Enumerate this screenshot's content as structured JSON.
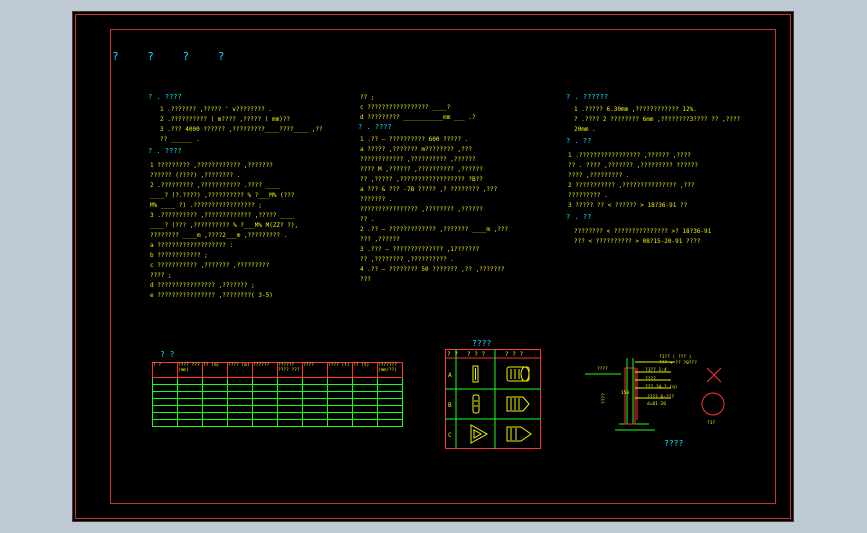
{
  "title": "? ? ? ?",
  "col1": {
    "h1": "? . ????",
    "lines1": [
      "1 .??????? ,????? ' v???????? .",
      "2 .?????????? ( m???? ,????? ( mm)??",
      "3 .??? 4000 ?????? ,?????????____????____ ,??",
      "?? ______ ."
    ],
    "h2": "? . ????",
    "lines2": [
      "1 ????????? ,???????????? ,???????",
      "?????? (????) ,???????? .",
      "2 .????????? ,??????????? .???? ____",
      "____? (?.????) ,?????????? % ?___M% (???",
      "M% ____ ?) .????????????????? ;",
      "3 .?????????? ,????????????? ,????? ____",
      "____? (??? ,?????????? % ?___M% M(ZZ? ?),",
      "???????? ____m ,????2___m ,????????? .",
      "a ??????????????????? :",
      "b ???????????? ;",
      "c ??????????? ,??????? ,?????????",
      "???? ;",
      "d ???????????????? ,??????? ;",
      "e ???????????????? ,????????( 3-5)"
    ]
  },
  "col2": {
    "lines1": [
      "?? ;",
      "c ????????????????? ____?",
      "d ????????? ___________mm ___ .?"
    ],
    "h1": "? . ????",
    "lines2": [
      "1 .?? — ?????????? 600 ????? .",
      "a ????? ,??????? m???????? ,???",
      "???????????? ,?????????? ,??????",
      "???? M ,?????? ,?????????? ,??????",
      "?? ,????? ,?????????????????? ?B??",
      "a ??? & ??? -78 ????? ,? ???????? ,???",
      "??????? .",
      "???????????????? ,???????? ,??????",
      "?? .",
      "2 .?? — ????????????? ,??????? ____m ,???",
      "??? ,??????",
      "3 .??? — ?????????????? ,1???????",
      "?? ,???????? ,?????????? .",
      "4 .?? — ???????? 50 ??????? ,?? ,???????",
      "???"
    ]
  },
  "col3": {
    "h1": "? . ??????",
    "lines1": [
      "1 .????? 6.30mm ,???????????? 12%.",
      "? .???? 2 ???????? 6mm ,????????3???? ?? ,????",
      "20mm ."
    ],
    "h2": "? . ??",
    "lines2": [
      "1 .????????????????? ,?????? ,????",
      "?? . ???? ,??????? ,????????? ??????",
      "???? ,????????? .",
      "2 ??????????? ,??????????????? ,???",
      "????????? .",
      "3 ????? ?? < ?????? > 18?36-91 ??"
    ],
    "h3": "? . ??",
    "lines3": [
      "???????? < ??????????????? >? 18?36-91",
      "??? < ?????????? > 08?15-20-91 ????"
    ]
  },
  "table": {
    "title": "? ?",
    "headers": [
      "? ?",
      "???? ??? (mm)",
      "?? (m)",
      "???? (m)",
      "??????",
      "?????? ???? ???",
      "????",
      "???? (t)",
      "?? (t)",
      "??????? (mm/??)"
    ],
    "rows": 7
  },
  "symbols": {
    "title": "????",
    "header": [
      "? ?",
      "? ? ?",
      "? ? ?"
    ],
    "rows": [
      "A",
      "B",
      "C"
    ]
  },
  "section": {
    "caption": "????",
    "labels": [
      "?1?? ( ??? )",
      "??? + ?? ?0???",
      "?1?? 1:4",
      "????",
      "??? ?4,? (q)",
      "???? 6-???",
      "d=81-20"
    ],
    "dims": [
      "????",
      "????",
      "150",
      "?1?"
    ]
  }
}
